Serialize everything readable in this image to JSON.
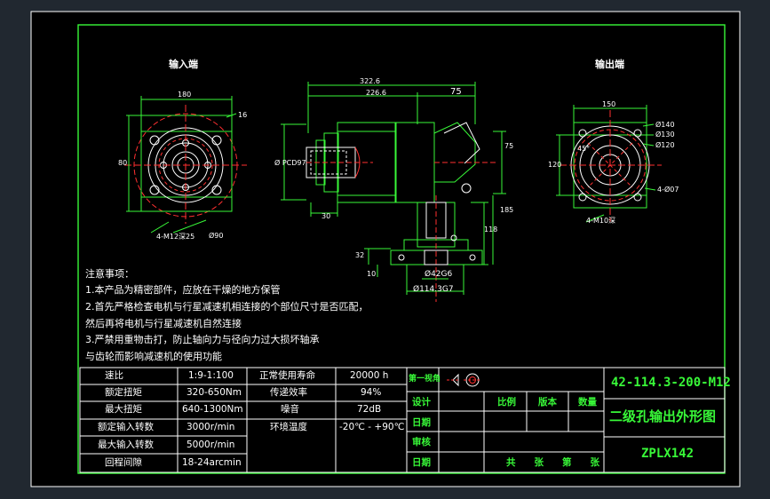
{
  "views": {
    "input_label": "输入端",
    "output_label": "输出端"
  },
  "dimensions": {
    "input_width": "180",
    "input_height": "80",
    "input_hole": "16",
    "input_bolt": "4-M12深25",
    "input_circle": "Ø90",
    "side_total": "322.6",
    "side_body": "226.6",
    "side_flange": "75",
    "side_height": "75",
    "side_shaft": "Ø PCD97",
    "side_length": "30",
    "side_drop": "185",
    "side_base": "118",
    "side_base_h": "32",
    "side_foot": "10",
    "side_bore": "Ø42G6",
    "side_pcd": "Ø114.3G7",
    "output_width": "150",
    "output_height": "120",
    "output_angle": "45°",
    "output_k1": "Ø140",
    "output_k2": "Ø130",
    "output_k3": "Ø120",
    "output_k4": "4-Ø07",
    "output_bolt": "4-M10深"
  },
  "notes": {
    "title": "注意事项：",
    "n1": "1.本产品为精密部件，应放在干燥的地方保管",
    "n2": "2.首先严格检查电机与行星减速机相连接的个部位尺寸是否匹配，",
    "n3": "然后再将电机与行星减速机自然连接",
    "n4": "3.严禁用重物击打，防止轴向力与径向力过大损坏轴承",
    "n5": "与齿轮而影响减速机的使用功能"
  },
  "specs": [
    {
      "label": "速比",
      "value": "1:9-1:100"
    },
    {
      "label": "额定扭矩",
      "value": "320-650Nm"
    },
    {
      "label": "最大扭矩",
      "value": "640-1300Nm"
    },
    {
      "label": "额定输入转数",
      "value": "3000r/min"
    },
    {
      "label": "最大输入转数",
      "value": "5000r/min"
    },
    {
      "label": "回程间隙",
      "value": "18-24arcmin"
    }
  ],
  "specs2": [
    {
      "label": "正常使用寿命",
      "value": "20000 h"
    },
    {
      "label": "传递效率",
      "value": "94%"
    },
    {
      "label": "噪音",
      "value": "72dB"
    },
    {
      "label": "环境温度",
      "value": "-20℃ - +90℃"
    }
  ],
  "title_block": {
    "projection": "第一视角",
    "design": "设计",
    "date1": "日期",
    "review": "审核",
    "date2": "日期",
    "scale": "比例",
    "version": "版本",
    "quantity": "数量",
    "sheets": "共　　张　　第　　张",
    "model": "42-114.3-200-M12",
    "drawing_name": "二级孔输出外形图",
    "product": "ZPLX142"
  },
  "colors": {
    "bg": "#212830",
    "paper": "#000000",
    "line": "#38f838",
    "text": "#ffffff",
    "accent": "#ff2a2a"
  }
}
